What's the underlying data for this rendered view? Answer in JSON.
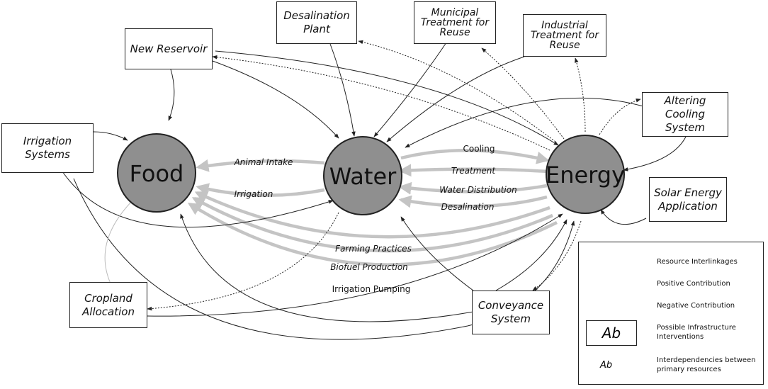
{
  "nodes": {
    "food": "Food",
    "water": "Water",
    "energy": "Energy"
  },
  "interventions": {
    "desalination_plant": "Desalination Plant",
    "municipal_treatment": "Municipal Treatment for Reuse",
    "industrial_treatment": "Industrial Treatment for Reuse",
    "new_reservoir": "New Reservoir",
    "irrigation_systems": "Irrigation Systems",
    "altering_cooling": "Altering Cooling System",
    "solar_energy": "Solar Energy Application",
    "cropland_allocation": "Cropland Allocation",
    "conveyance_system": "Conveyance System"
  },
  "links": {
    "animal_intake": "Animal Intake",
    "irrigation": "Irrigation",
    "cooling": "Cooling",
    "treatment": "Treatment",
    "water_distribution": "Water Distribution",
    "desalination": "Desalination",
    "farming_practices": "Farming Practices",
    "biofuel_production": "Biofuel Production",
    "irrigation_pumping": "Irrigation Pumping"
  },
  "legend": {
    "resource_interlinkages": "Resource Interlinkages",
    "positive_contribution": "Positive Contribution",
    "negative_contribution": "Negative Contribution",
    "ab_box": "Ab",
    "possible_interventions": "Possible Infrastructure Interventions",
    "ab_plain": "Ab",
    "interdependencies": "Interdependencies between primary resources"
  },
  "colors": {
    "node_fill": "#8f8f8f",
    "resource_arrow": "#c4c4c4",
    "contribution_line": "#222222"
  }
}
